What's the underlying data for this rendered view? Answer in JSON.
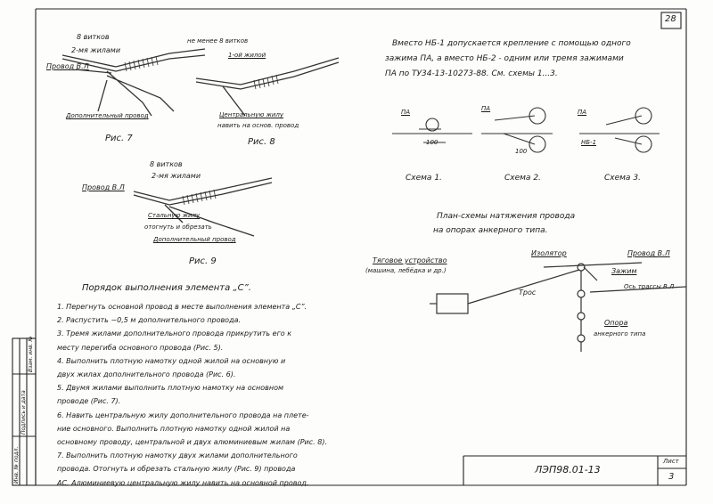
{
  "page_number": "28",
  "drawing_code": "ЛЭП98.01-13",
  "sheet_label": "Лист",
  "sheet_number": "3",
  "side_stamp": [
    "Инв. № подл.",
    "Подпись и дата",
    "Взам. инв. №"
  ],
  "fig7": {
    "caption": "Рис. 7",
    "label_turns": "8 витков",
    "label_wires": "2-мя жилами",
    "label_wire": "Провод В.Л",
    "label_extra": "Дополнительный провод"
  },
  "fig8": {
    "caption": "Рис. 8",
    "label_turns": "не менее 8 витков",
    "label_wire": "1-ой жилой",
    "label_core_1": "Центральную жилу",
    "label_core_2": "навить на основ. провод"
  },
  "fig9": {
    "caption": "Рис. 9",
    "label_turns": "8 витков",
    "label_wires": "2-мя жилами",
    "label_wire": "Провод В.Л",
    "label_steel_1": "Стальную жилу",
    "label_steel_2": "отогнуть и обрезать",
    "label_extra": "Дополнительный провод"
  },
  "note": [
    "Вместо НБ-1 допускается крепление с помощью одного",
    "зажима ПА, а вместо НБ-2 - одним или тремя зажимами",
    "ПА по ТУ34-13-10273-88. См. схемы 1...3."
  ],
  "schemes": {
    "pa": "ПА",
    "nb": "НБ-1",
    "dim": "100",
    "s1": "Схема 1.",
    "s2": "Схема 2.",
    "s3": "Схема 3."
  },
  "plan": {
    "title_1": "План-схемы натяжения провода",
    "title_2": "на опорах анкерного типа.",
    "tension_device_1": "Тяговое устройство",
    "tension_device_2": "(машина, лебёдка и др.)",
    "insulator": "Изолятор",
    "wire": "Провод В.Л",
    "clamp": "Зажим",
    "cable": "Трос",
    "taps": "Ось трассы В.Л",
    "support_1": "Опора",
    "support_2": "анкерного типа"
  },
  "procedure": {
    "title": "Порядок выполнения элемента „С”.",
    "items": [
      "1. Перегнуть основной провод в месте выполнения элемента „С”.",
      "2. Распустить ~0,5 м дополнительного провода.",
      "3. Тремя жилами дополнительного провода прикрутить его к",
      "месту перегиба основного провода (Рис. 5).",
      "4. Выполнить плотную намотку одной жилой на основную и",
      "двух жилах дополнительного провода (Рис. 6).",
      "5. Двумя жилами выполнить плотную намотку на основном",
      "проводе (Рис. 7).",
      "6. Навить центральную жилу дополнительного провода на плете-",
      "ние основного. Выполнить плотную намотку одной жилой на",
      "основному проводу, центральной и двух алюминиевым жилам (Рис. 8).",
      "7. Выполнить плотную намотку двух жилами дополнительного",
      "провода. Отогнуть и обрезать стальную жилу (Рис. 9) провода",
      "АС. Алюминиевую центральную жилу навить на основной провод."
    ]
  }
}
